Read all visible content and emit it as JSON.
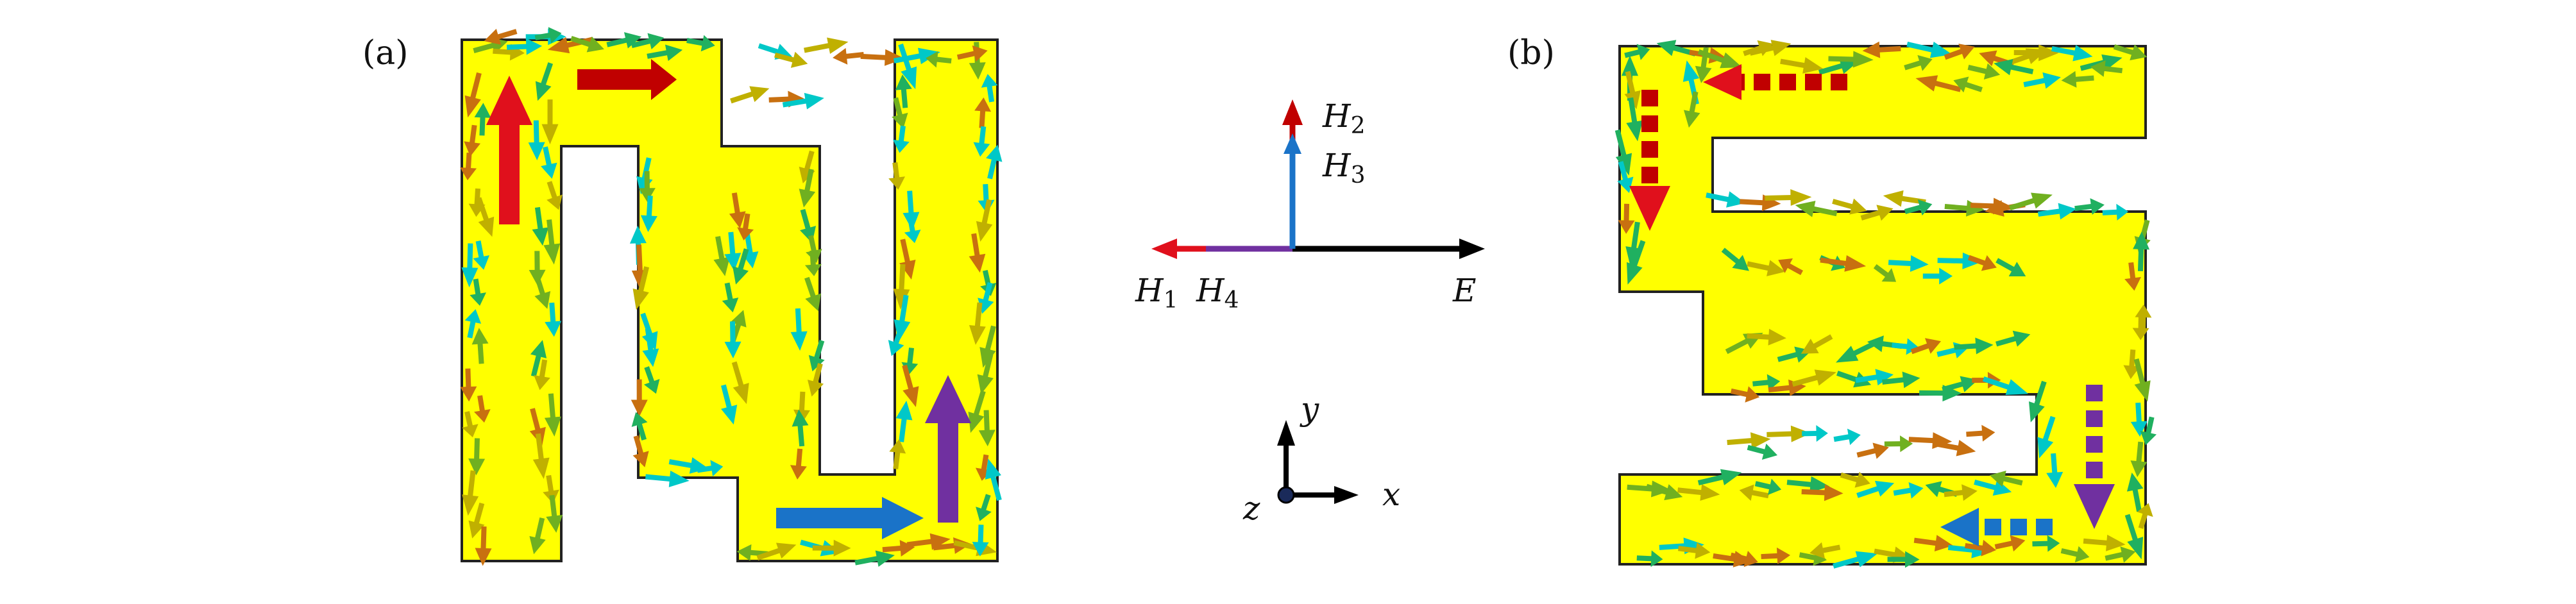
{
  "panels": {
    "a": {
      "label": "(a)",
      "letter": "N"
    },
    "b": {
      "label": "(b)",
      "letter": "S"
    }
  },
  "field_legend": {
    "h1": {
      "sym": "H",
      "sub": "1"
    },
    "h2": {
      "sym": "H",
      "sub": "2"
    },
    "h3": {
      "sym": "H",
      "sub": "3"
    },
    "h4": {
      "sym": "H",
      "sub": "4"
    },
    "e": {
      "sym": "E"
    }
  },
  "axes": {
    "x": "x",
    "y": "y",
    "z": "z"
  },
  "colors": {
    "patch": "#ffff00",
    "h1": "#e0101c",
    "h2": "#c00000",
    "h3": "#1a73c8",
    "h4": "#7030a0",
    "e": "#000000",
    "arrow_gradient": [
      "#00c8c8",
      "#20b060",
      "#70b020",
      "#c0b000",
      "#c87010"
    ]
  }
}
